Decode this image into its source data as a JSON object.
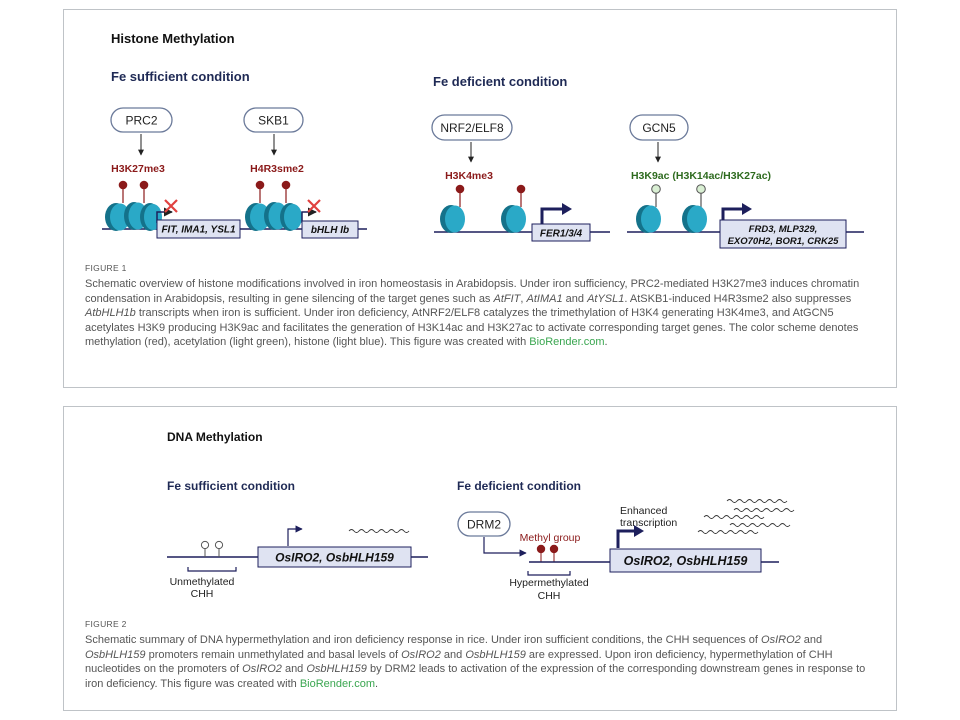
{
  "figure1": {
    "title": "Histone Methylation",
    "fe_sufficient": "Fe sufficient condition",
    "fe_deficient": "Fe deficient condition",
    "enzymes": {
      "prc2": "PRC2",
      "skb1": "SKB1",
      "nrf2": "NRF2/ELF8",
      "gcn5": "GCN5"
    },
    "marks": {
      "h3k27me3": "H3K27me3",
      "h4r3sme2": "H4R3sme2",
      "h3k4me3": "H3K4me3",
      "h3k9ac": "H3K9ac (H3K14ac/H3K27ac)"
    },
    "genes": {
      "fit": "FIT, IMA1, YSL1",
      "bhlh": "bHLH Ib",
      "fer": "FER1/3/4",
      "frd3_line1": "FRD3, MLP329,",
      "frd3_line2": "EXO70H2, BOR1, CRK25"
    },
    "caption_label": "FIGURE 1",
    "caption": [
      {
        "t": "Schematic overview of histone modifications involved in iron homeostasis in Arabidopsis. Under iron sufficiency, PRC2-mediated H3K27me3 induces chromatin condensation in Arabidopsis, resulting in gene silencing of the target genes such as "
      },
      {
        "t": "AtFIT",
        "i": true
      },
      {
        "t": ", "
      },
      {
        "t": "AtIMA1",
        "i": true
      },
      {
        "t": " and "
      },
      {
        "t": "AtYSL1",
        "i": true
      },
      {
        "t": ". AtSKB1-induced H4R3sme2 also suppresses "
      },
      {
        "t": "AtbHLH1b",
        "i": true
      },
      {
        "t": " transcripts when iron is sufficient. Under iron deficiency, AtNRF2/ELF8 catalyzes the trimethylation of H3K4 generating H3K4me3, and AtGCN5 acetylates H3K9 producing H3K9ac and facilitates the generation of H3K14ac and H3K27ac to activate corresponding target genes. The color scheme denotes methylation (red), acetylation (light green), histone (light blue). This figure was created with "
      },
      {
        "t": "BioRender.com",
        "link": true
      },
      {
        "t": "."
      }
    ]
  },
  "figure2": {
    "title": "DNA Methylation",
    "fe_sufficient": "Fe sufficient condition",
    "fe_deficient": "Fe deficient condition",
    "drm2": "DRM2",
    "methyl_group": "Methyl group",
    "enhanced_1": "Enhanced",
    "enhanced_2": "transcription",
    "genes": "OsIRO2, OsbHLH159",
    "unmethylated_1": "Unmethylated",
    "unmethylated_2": "CHH",
    "hyper_1": "Hypermethylated",
    "hyper_2": "CHH",
    "caption_label": "FIGURE 2",
    "caption": [
      {
        "t": "Schematic summary of DNA hypermethylation and iron deficiency response in rice. Under iron sufficient conditions, the CHH sequences of "
      },
      {
        "t": "OsIRO2",
        "i": true
      },
      {
        "t": " and "
      },
      {
        "t": "OsbHLH159",
        "i": true
      },
      {
        "t": " promoters remain unmethylated and basal levels of "
      },
      {
        "t": "OsIRO2",
        "i": true
      },
      {
        "t": " and "
      },
      {
        "t": "OsbHLH159",
        "i": true
      },
      {
        "t": " are expressed. Upon iron deficiency, hypermethylation of CHH nucleotides on the promoters of "
      },
      {
        "t": "OsIRO2",
        "i": true
      },
      {
        "t": " and "
      },
      {
        "t": "OsbHLH159",
        "i": true
      },
      {
        "t": " by DRM2 leads to activation of the expression of the corresponding downstream genes in response to iron deficiency. This figure was created with "
      },
      {
        "t": "BioRender.com",
        "link": true
      },
      {
        "t": "."
      }
    ]
  },
  "colors": {
    "methyl": "#8b1a1a",
    "acetyl_fill": "#d9efd3",
    "histone": "#2aa9c7",
    "histone_dark": "#14728a",
    "gene_box": "#dfe3f2",
    "arrow": "#1d1f5c",
    "heading": "#1f2a55",
    "cross": "#e0413f",
    "link": "#3aa650",
    "green_label": "#2e6b1f"
  }
}
